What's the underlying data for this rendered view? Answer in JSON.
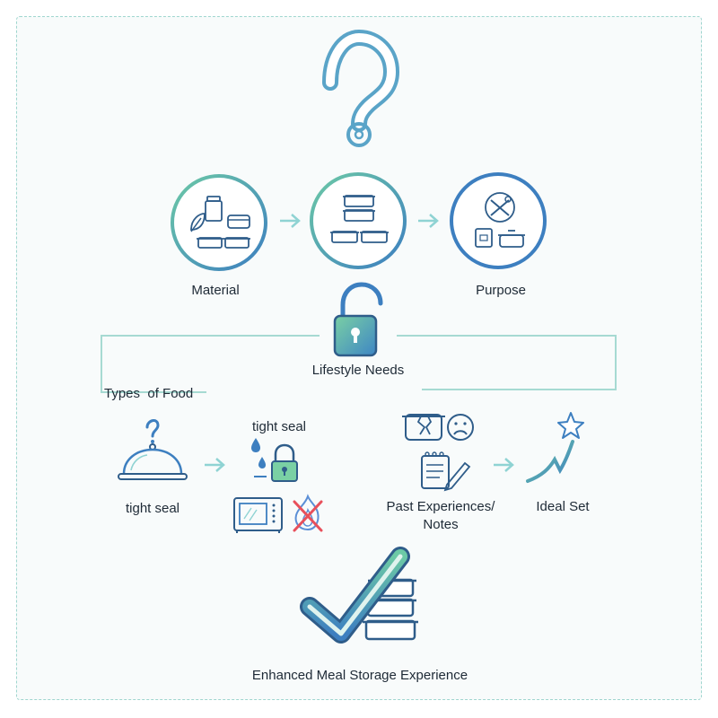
{
  "labels": {
    "material": "Material",
    "purpose": "Purpose",
    "lifestyle_needs": "Lifestyle Needs",
    "types_of_food": "Types  of Food",
    "tight_seal_top": "tight seal",
    "tight_seal_left": "tight seal",
    "past_experiences_line1": "Past Experiences/",
    "past_experiences_line2": "Notes",
    "ideal_set": "Ideal Set",
    "enhanced": "Enhanced Meal Storage Experience"
  },
  "colors": {
    "gradient_start": "#6cc9a6",
    "gradient_end": "#3d7fc0",
    "navy": "#2f5d8a",
    "teal_light": "#8fd3d3",
    "red_cross": "#e8505b",
    "flame_blue": "#5b8fd6",
    "frame_dash": "#9fd6cf"
  },
  "icons": [
    "question-mark-icon",
    "material-circle-icon",
    "containers-stack-icon",
    "purpose-circle-icon",
    "open-lock-icon",
    "serving-cloche-icon",
    "water-drop-lock-icon",
    "microwave-icon",
    "no-flame-icon",
    "broken-container-icon",
    "sad-face-icon",
    "notepad-pencil-icon",
    "star-swoosh-icon",
    "checkmark-containers-icon",
    "arrow-right-icon"
  ]
}
